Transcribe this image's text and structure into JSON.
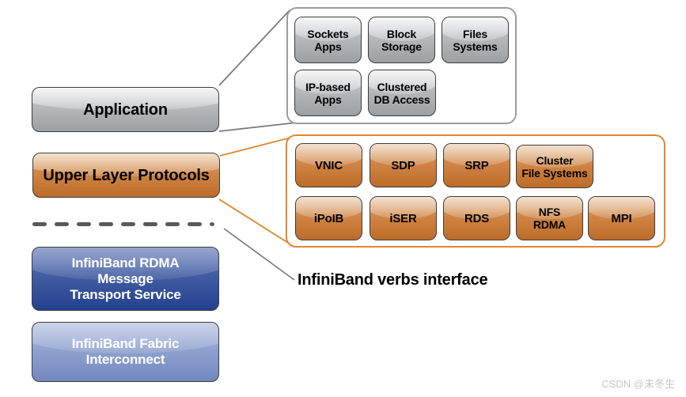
{
  "colors": {
    "page_bg": "#ffffff",
    "box_border": "#3c3c3e",
    "gray_container_border": "#9c9da0",
    "orange_container_border": "#e0882f",
    "gray_line": "#77787b",
    "dash_color": "#58595b",
    "label_text": "#000000",
    "white_text": "#ffffff",
    "watermark_text": "#c6c6c6",
    "gray_box_top": "#cbccce",
    "gray_box_bottom": "#9da0a2",
    "orange_box_top": "#dca066",
    "orange_box_mid": "#cd8040",
    "orange_box_bottom": "#bd6c28",
    "blue_dark_top": "#5a73b2",
    "blue_dark_bottom": "#24418f",
    "blue_light_top": "#a9b7dc",
    "blue_light_bottom": "#7288c0"
  },
  "left_column": {
    "application_label": "Application",
    "upper_layer_protocols_label": "Upper Layer Protocols",
    "transport_service_label": "InfiniBand RDMA\nMessage\nTransport Service",
    "fabric_interconnect_label": "InfiniBand Fabric\nInterconnect"
  },
  "application_examples": {
    "boxes": [
      {
        "label": "Sockets\nApps"
      },
      {
        "label": "Block\nStorage"
      },
      {
        "label": "Files\nSystems"
      },
      {
        "label": "IP-based\nApps"
      },
      {
        "label": "Clustered\nDB Access"
      }
    ]
  },
  "upper_layer_protocol_examples": {
    "row1": [
      {
        "label": "VNIC"
      },
      {
        "label": "SDP"
      },
      {
        "label": "SRP"
      },
      {
        "label": "Cluster\nFile Systems"
      }
    ],
    "row2": [
      {
        "label": "iPoIB"
      },
      {
        "label": "iSER"
      },
      {
        "label": "RDS"
      },
      {
        "label": "NFS\nRDMA"
      },
      {
        "label": "MPI"
      }
    ]
  },
  "annotations": {
    "verbs_interface_label": "InfiniBand verbs interface"
  },
  "watermark": "CSDN @未冬生"
}
